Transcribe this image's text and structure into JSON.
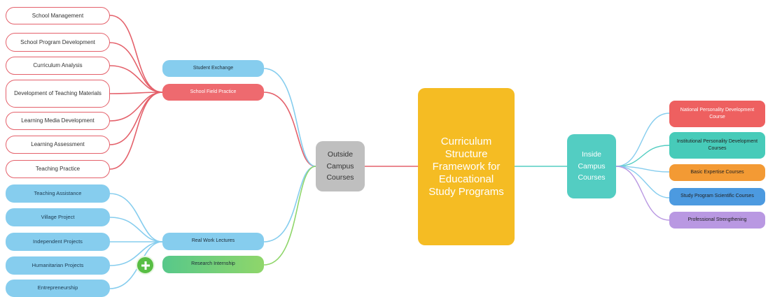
{
  "center": {
    "label": "Curriculum Structure Framework for Educational Study Programs",
    "color": "#f5bc23"
  },
  "outside": {
    "label": "Outside Campus Courses",
    "color": "#bfbfbf",
    "student_exchange": "Student Exchange",
    "field_practice": {
      "label": "School Field Practice",
      "items": [
        "School Management",
        "School Program Development",
        "Curriculum Analysis",
        "Development of Teaching Materials",
        "Learning Media Development",
        "Learning Assessment",
        "Teaching Practice"
      ]
    },
    "real_work": {
      "label": "Real Work Lectures",
      "items": [
        "Teaching Assistance",
        "Village Project",
        "Independent Projects",
        "Humanitarian Projects",
        "Entrepreneurship"
      ]
    },
    "research": "Research Internship"
  },
  "inside": {
    "label": "Inside Campus Courses",
    "color": "#53cdc2",
    "items": [
      {
        "label": "National Personality Development Course",
        "color": "#ee6060"
      },
      {
        "label": "Institutional Personality Development Courses",
        "color": "#47cbb9"
      },
      {
        "label": "Basic Expertise Courses",
        "color": "#f39a34"
      },
      {
        "label": "Study Program Scientific Courses",
        "color": "#4c9ae0"
      },
      {
        "label": "Professional Strengthening",
        "color": "#b998e2"
      }
    ]
  },
  "icons": {
    "add": "plus-circle-icon"
  }
}
